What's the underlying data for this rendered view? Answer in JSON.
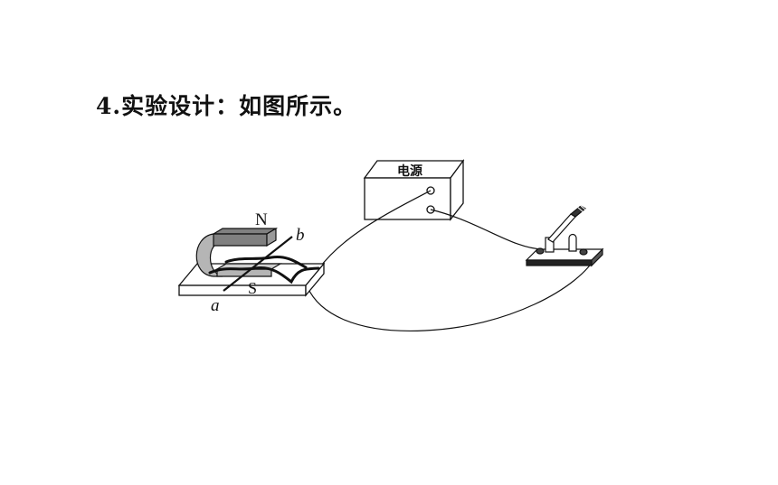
{
  "heading": "4.实验设计：如图所示。",
  "diagram": {
    "power_supply_label": "电源",
    "magnet_north_label": "N",
    "magnet_south_label": "S",
    "rod_end_a_label": "a",
    "rod_end_b_label": "b"
  },
  "colors": {
    "ink": "#111111",
    "magnet_top": "#808080",
    "magnet_side": "#b5b5b5",
    "background": "#ffffff"
  }
}
